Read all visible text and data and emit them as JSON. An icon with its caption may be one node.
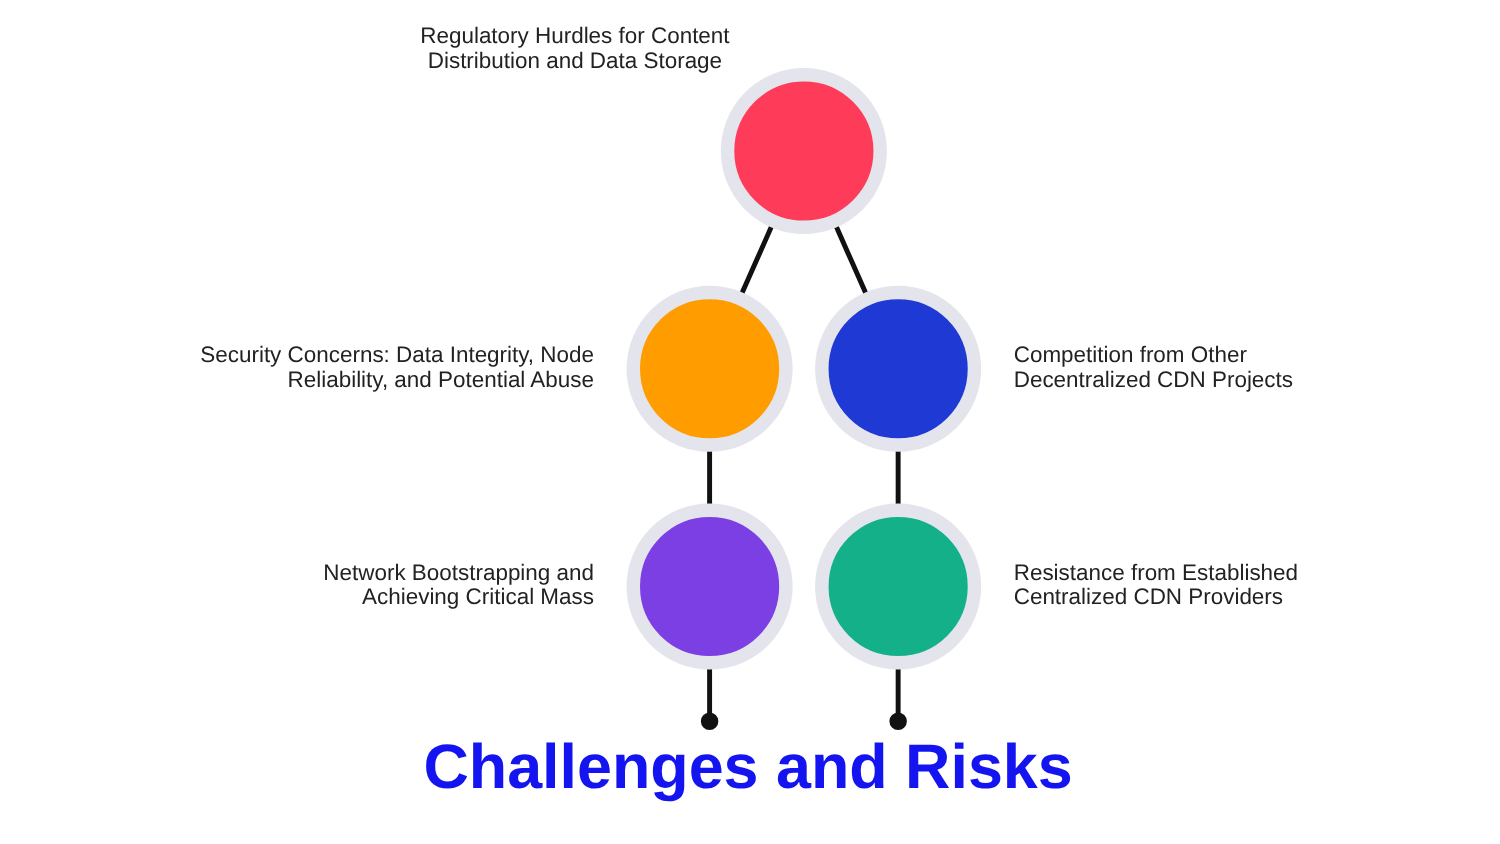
{
  "diagram": {
    "title": "Challenges and Risks",
    "nodes": [
      {
        "text": [],
        "shape": "circle",
        "beside": [
          "Network Bootstrapping and Achieving Critical Mass"
        ]
      },
      {
        "text": [],
        "shape": "circle",
        "beside": [
          "Security Concerns: Data Integrity, Node Reliability, and Potential Abuse"
        ]
      },
      {
        "text": [],
        "shape": "circle",
        "beside": [
          "Regulatory Hurdles for Content Distribution and Data Storage"
        ]
      },
      {
        "text": [],
        "shape": "circle",
        "beside": [
          "Competition from Other Decentralized CDN Projects"
        ]
      },
      {
        "text": [],
        "shape": "circle",
        "beside": [
          "Resistance from Established Centralized CDN Providers"
        ]
      }
    ],
    "edges": [
      {
        "from": 2,
        "to": 1,
        "arrow": "none"
      },
      {
        "from": 1,
        "to": 0,
        "arrow": "none"
      },
      {
        "from": 0,
        "to": null,
        "arrow": "other"
      },
      {
        "from": 2,
        "to": 3,
        "arrow": "none"
      },
      {
        "from": 3,
        "to": 4,
        "arrow": "none"
      },
      {
        "from": 4,
        "to": null,
        "arrow": "other"
      }
    ]
  }
}
